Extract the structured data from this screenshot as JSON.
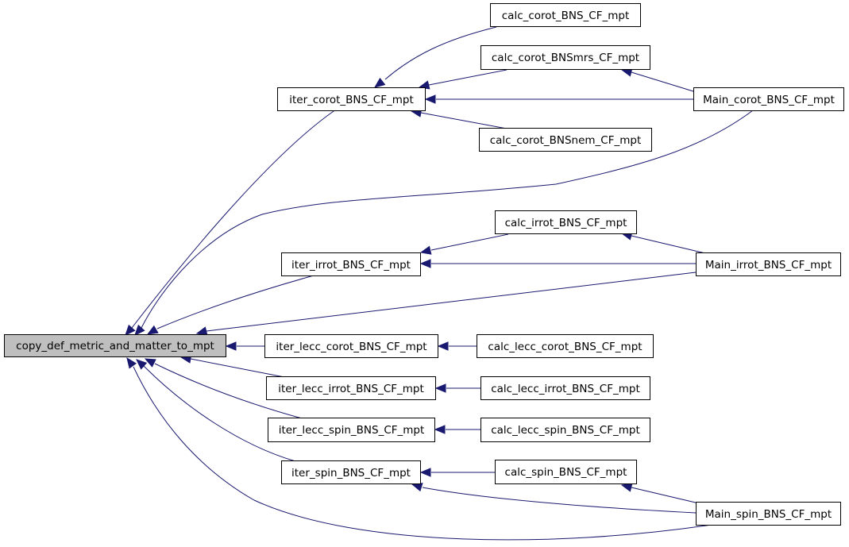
{
  "nodes": {
    "copy_def": "copy_def_metric_and_matter_to_mpt",
    "iter_corot": "iter_corot_BNS_CF_mpt",
    "iter_irrot": "iter_irrot_BNS_CF_mpt",
    "iter_lecc_corot": "iter_lecc_corot_BNS_CF_mpt",
    "iter_lecc_irrot": "iter_lecc_irrot_BNS_CF_mpt",
    "iter_lecc_spin": "iter_lecc_spin_BNS_CF_mpt",
    "iter_spin": "iter_spin_BNS_CF_mpt",
    "calc_corot": "calc_corot_BNS_CF_mpt",
    "calc_corot_mrs": "calc_corot_BNSmrs_CF_mpt",
    "calc_corot_nem": "calc_corot_BNSnem_CF_mpt",
    "main_corot": "Main_corot_BNS_CF_mpt",
    "calc_irrot": "calc_irrot_BNS_CF_mpt",
    "main_irrot": "Main_irrot_BNS_CF_mpt",
    "calc_lecc_corot": "calc_lecc_corot_BNS_CF_mpt",
    "calc_lecc_irrot": "calc_lecc_irrot_BNS_CF_mpt",
    "calc_lecc_spin": "calc_lecc_spin_BNS_CF_mpt",
    "calc_spin": "calc_spin_BNS_CF_mpt",
    "main_spin": "Main_spin_BNS_CF_mpt"
  },
  "edges": [
    {
      "from": "iter_corot",
      "to": "copy_def"
    },
    {
      "from": "main_corot",
      "to": "copy_def"
    },
    {
      "from": "iter_irrot",
      "to": "copy_def"
    },
    {
      "from": "main_irrot",
      "to": "copy_def"
    },
    {
      "from": "iter_lecc_corot",
      "to": "copy_def"
    },
    {
      "from": "iter_lecc_irrot",
      "to": "copy_def"
    },
    {
      "from": "iter_lecc_spin",
      "to": "copy_def"
    },
    {
      "from": "iter_spin",
      "to": "copy_def"
    },
    {
      "from": "main_spin",
      "to": "copy_def"
    },
    {
      "from": "calc_corot",
      "to": "iter_corot"
    },
    {
      "from": "calc_corot_mrs",
      "to": "iter_corot"
    },
    {
      "from": "main_corot",
      "to": "iter_corot"
    },
    {
      "from": "calc_corot_nem",
      "to": "iter_corot"
    },
    {
      "from": "main_corot",
      "to": "calc_corot_mrs"
    },
    {
      "from": "calc_irrot",
      "to": "iter_irrot"
    },
    {
      "from": "main_irrot",
      "to": "iter_irrot"
    },
    {
      "from": "main_irrot",
      "to": "calc_irrot"
    },
    {
      "from": "calc_lecc_corot",
      "to": "iter_lecc_corot"
    },
    {
      "from": "calc_lecc_irrot",
      "to": "iter_lecc_irrot"
    },
    {
      "from": "calc_lecc_spin",
      "to": "iter_lecc_spin"
    },
    {
      "from": "calc_spin",
      "to": "iter_spin"
    },
    {
      "from": "main_spin",
      "to": "iter_spin"
    },
    {
      "from": "main_spin",
      "to": "calc_spin"
    }
  ]
}
